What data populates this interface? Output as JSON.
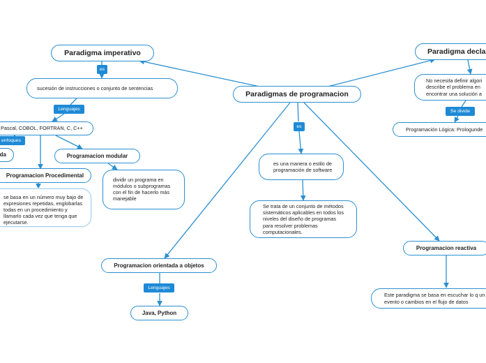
{
  "nodes": {
    "root": "Paradigmas de programacion",
    "imperativo": "Paradigma imperativo",
    "declarativo": "Paradigma decla",
    "sucesion": "sucesión de instrucciones o conjunto de sentencias",
    "lenguajes_imp": "Pascal, COBOL, FORTRAN, C, C++",
    "enfoques_item": "da",
    "modular": "Programacion modular",
    "modular_desc": "dividir un programa en módulos o subprogramas con el fin de hacerlo más manejable",
    "procedimental": "Programacion Procedimental",
    "procedimental_desc": "se basa en un número muy bajo de expresiones repetidas, englobarlas todas en un procedimiento y llamarlo cada vez que tenga que ejecutarse.",
    "def_root": "es una manera o estilo de programación de software",
    "def_root_desc": "Se trata de un conjunto de métodos sistemáticos aplicables en todos los niveles del diseño de programas para resolver problemas computacionales.",
    "objetos": "Programacion orientada a objetos",
    "java": "Java, Python",
    "reactiva": "Programacion reactiva",
    "reactiva_desc": "Este paradigma se basa en escuchar lo q un evento o cambios en el flujo de datos",
    "decl_desc": "No necesita definir algori describe el problema en encontrar una solución a",
    "logica": "Programación Lógica: Prologunde"
  },
  "tags": {
    "es1": "es",
    "lenguajes1": "Lenguajes",
    "enfoques": "enfoques",
    "es2": "es",
    "lenguajes2": "Lenguajes",
    "sedivide": "Se divide"
  },
  "colors": {
    "border": "#2a8fd0",
    "tag_bg": "#1e8ad6",
    "soft_border": "#a9d2ee"
  }
}
